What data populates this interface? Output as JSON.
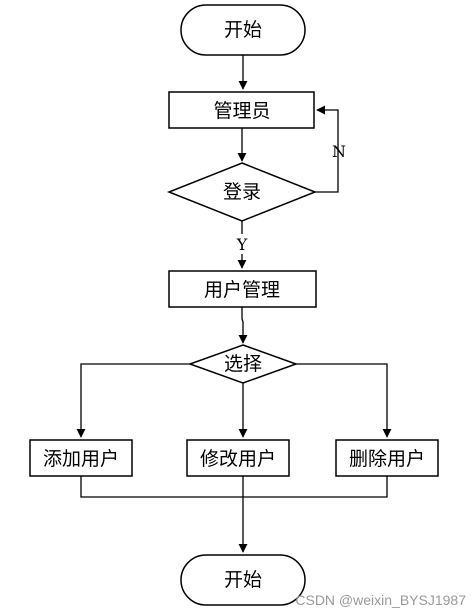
{
  "diagram": {
    "nodes": {
      "start": "开始",
      "admin": "管理员",
      "login": "登录",
      "user_mgmt": "用户管理",
      "select": "选择",
      "add_user": "添加用户",
      "edit_user": "修改用户",
      "delete_user": "删除用户",
      "end": "开始"
    },
    "edges": {
      "login_no": "N",
      "login_yes": "Y"
    }
  },
  "watermark": "CSDN @weixin_BYSJ1987"
}
